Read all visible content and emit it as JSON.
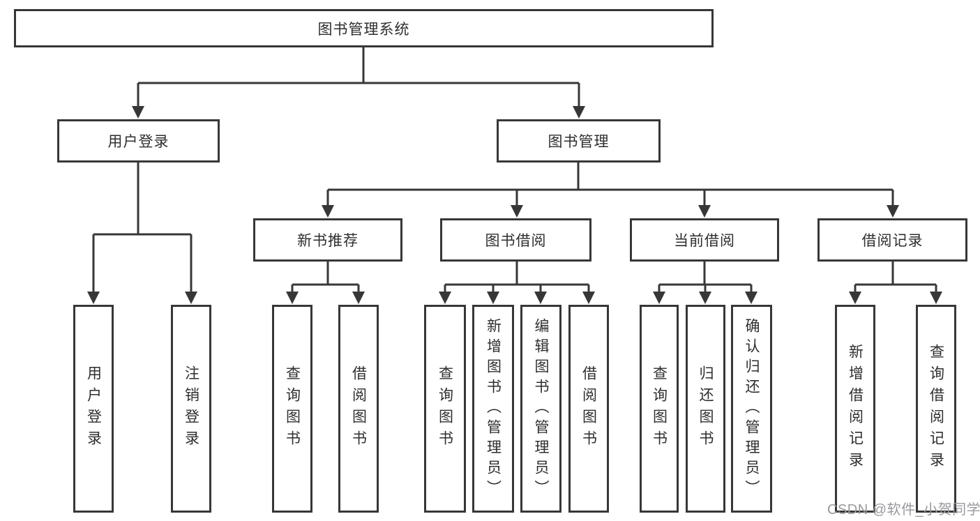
{
  "diagram": {
    "root": "图书管理系统",
    "level2": {
      "user_login": "用户登录",
      "book_mgmt": "图书管理"
    },
    "level3": {
      "new_books": "新书推荐",
      "borrow": "图书借阅",
      "current": "当前借阅",
      "records": "借阅记录"
    },
    "leaves": {
      "login": "用户登录",
      "logout": "注销登录",
      "nb_query": "查询图书",
      "nb_borrow": "借阅图书",
      "bw_query": "查询图书",
      "bw_add": "新增图书（管理员）",
      "bw_edit": "编辑图书（管理员）",
      "bw_borrow": "借阅图书",
      "cur_query": "查询图书",
      "cur_return": "归还图书",
      "cur_confirm": "确认归还（管理员）",
      "rec_add": "新增借阅记录",
      "rec_query": "查询借阅记录"
    }
  },
  "watermark": "CSDN @软件_小贺同学",
  "colors": {
    "line": "#373737",
    "text": "#2e2e2e",
    "watermark": "#98999c",
    "background": "#ffffff"
  }
}
